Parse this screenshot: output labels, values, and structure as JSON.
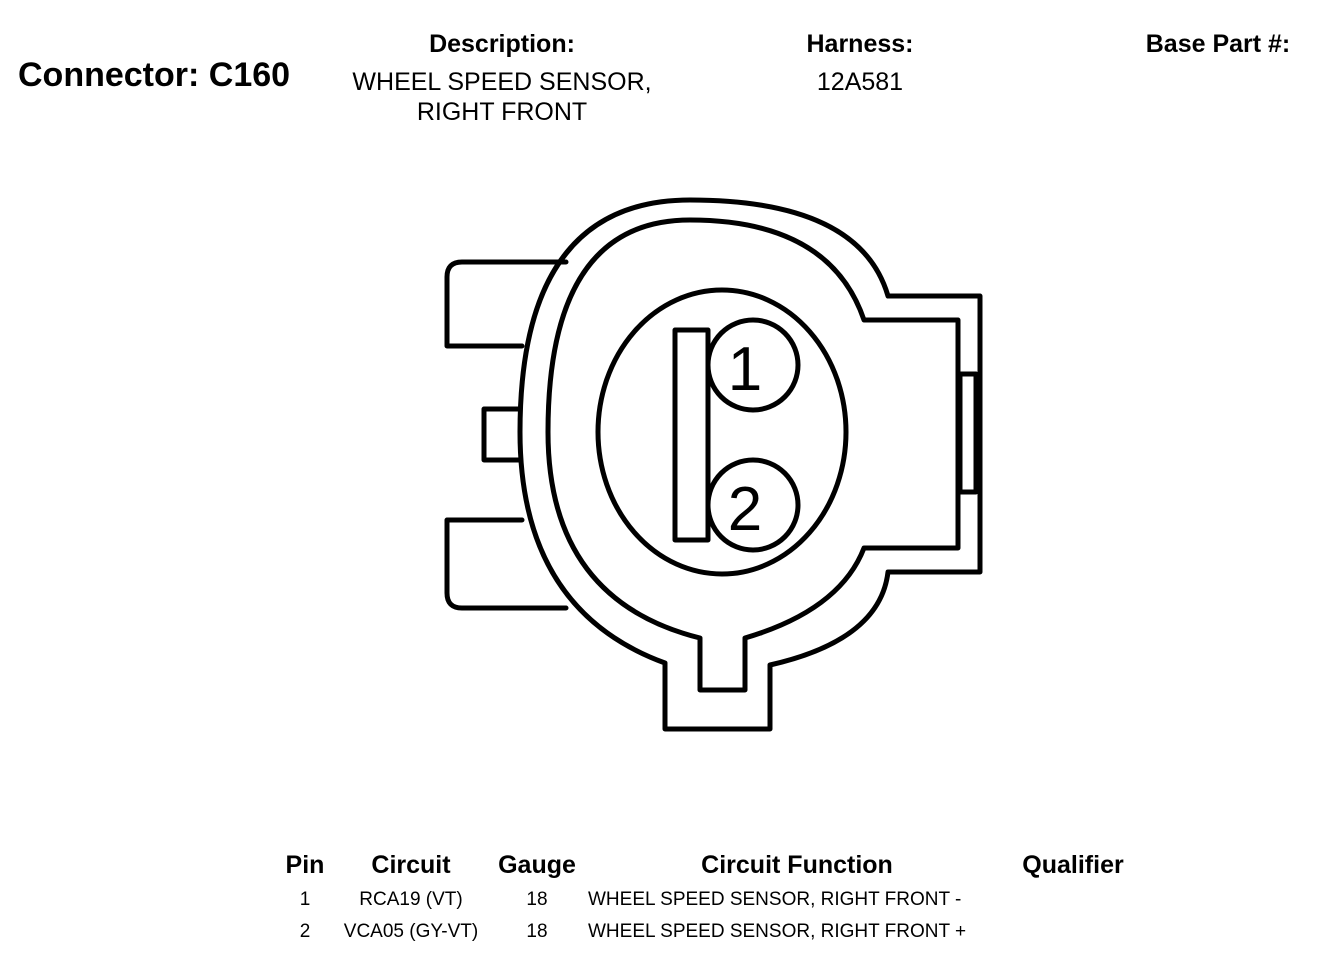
{
  "connector": {
    "label": "Connector: C160"
  },
  "description": {
    "header": "Description:",
    "line1": "WHEEL SPEED SENSOR,",
    "line2": "RIGHT FRONT"
  },
  "harness": {
    "header": "Harness:",
    "value": "12A581"
  },
  "base_part": {
    "header": "Base Part #:"
  },
  "pins_diagram": {
    "pin1": "1",
    "pin2": "2"
  },
  "table": {
    "headers": {
      "pin": "Pin",
      "circuit": "Circuit",
      "gauge": "Gauge",
      "function": "Circuit Function",
      "qualifier": "Qualifier"
    },
    "rows": [
      {
        "pin": "1",
        "circuit": "RCA19 (VT)",
        "gauge": "18",
        "function": "WHEEL SPEED SENSOR, RIGHT FRONT -"
      },
      {
        "pin": "2",
        "circuit": "VCA05 (GY-VT)",
        "gauge": "18",
        "function": "WHEEL SPEED SENSOR, RIGHT FRONT +"
      }
    ]
  }
}
